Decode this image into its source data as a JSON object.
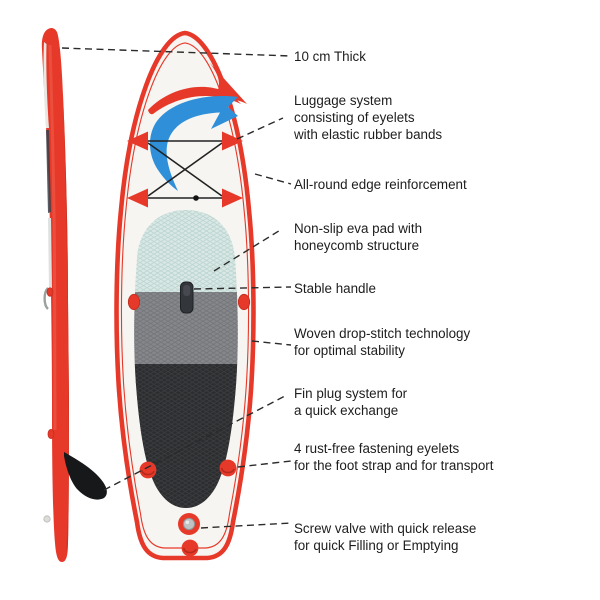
{
  "features": [
    {
      "id": "thickness",
      "label": "10 cm Thick"
    },
    {
      "id": "luggage",
      "label": "Luggage system\nconsisting of eyelets\nwith elastic rubber bands"
    },
    {
      "id": "edge",
      "label": "All-round edge reinforcement"
    },
    {
      "id": "eva_pad",
      "label": "Non-slip eva pad with\nhoneycomb structure"
    },
    {
      "id": "handle",
      "label": "Stable handle"
    },
    {
      "id": "dropstitch",
      "label": "Woven drop-stitch technology\nfor optimal stability"
    },
    {
      "id": "fin",
      "label": "Fin plug system for\na quick exchange"
    },
    {
      "id": "eyelets",
      "label": "4 rust-free fastening eyelets\nfor the foot strap and for transport"
    },
    {
      "id": "valve",
      "label": "Screw valve with quick release\nfor quick Filling or Emptying"
    }
  ],
  "colors": {
    "red": "#e7392a",
    "red_dark": "#c42f20",
    "red_light": "#f1604c",
    "blue": "#2f8fd9",
    "deck": "#f7f5f1",
    "pad_mint": "#d9e8e5",
    "pad_mint_line": "#b7d2cd",
    "pad_gray": "#85878a",
    "pad_gray_line": "#717378",
    "pad_dark": "#2c2d2f",
    "pad_dark_line": "#3d3e41",
    "handle": "#33363a",
    "fin": "#17181a",
    "silver": "#bfc3c4",
    "line": "#2b2b2b",
    "text": "#1d1d1d"
  }
}
